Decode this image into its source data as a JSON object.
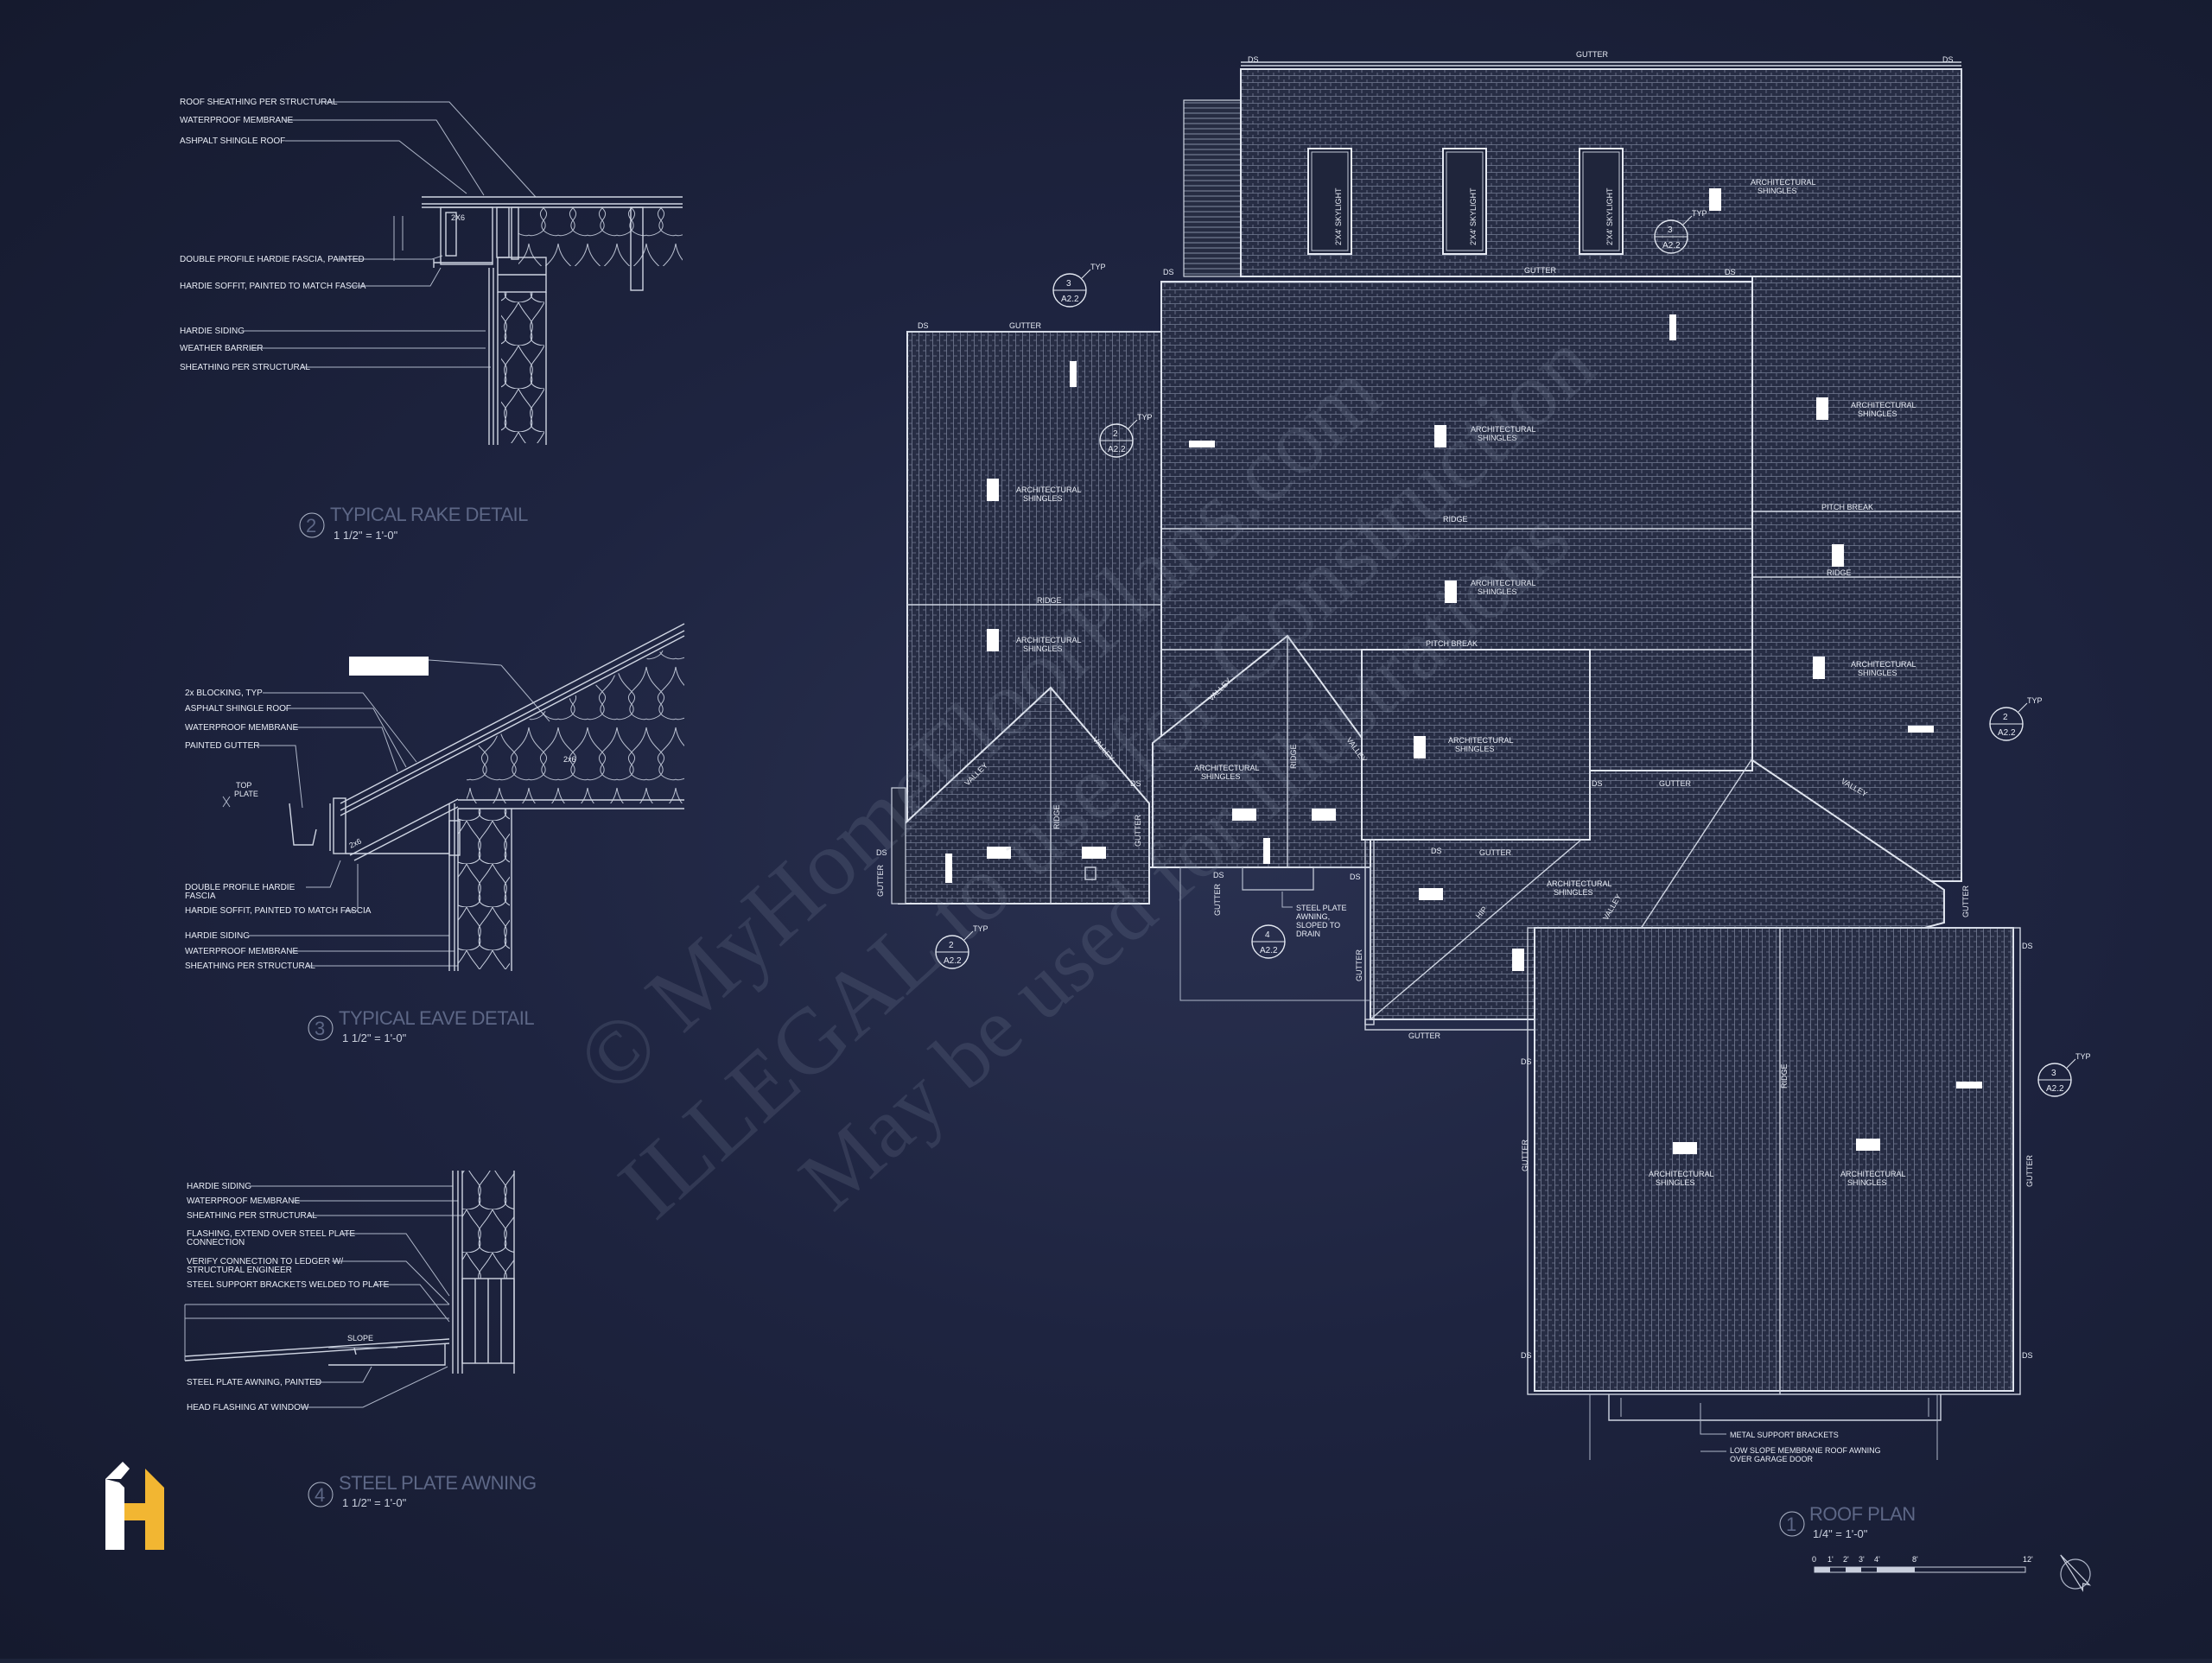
{
  "details": {
    "rake": {
      "callout": "2",
      "title": "TYPICAL RAKE DETAIL",
      "scale": "1 1/2\" = 1'-0\"",
      "labels": [
        "ROOF SHEATHING PER STRUCTURAL",
        "WATERPROOF MEMBRANE",
        "ASHPALT SHINGLE ROOF",
        "DOUBLE PROFILE HARDIE FASCIA, PAINTED",
        "HARDIE SOFFIT, PAINTED TO MATCH FASCIA",
        "HARDIE SIDING",
        "WEATHER BARRIER",
        "SHEATHING PER STRUCTURAL"
      ],
      "member": "2X6"
    },
    "eave": {
      "callout": "3",
      "title": "TYPICAL EAVE DETAIL",
      "scale": "1 1/2\" = 1'-0\"",
      "labels": [
        "2x BLOCKING, TYP",
        "ASPHALT SHINGLE ROOF",
        "WATERPROOF MEMBRANE",
        "PAINTED GUTTER",
        "DOUBLE PROFILE HARDIE",
        "FASCIA",
        "HARDIE SOFFIT, PAINTED TO MATCH FASCIA",
        "HARDIE SIDING",
        "WATERPROOF MEMBRANE",
        "SHEATHING PER STRUCTURAL"
      ],
      "top_plate": [
        "TOP",
        "PLATE"
      ],
      "member": "2x6",
      "member2": "2x6"
    },
    "awning": {
      "callout": "4",
      "title": "STEEL PLATE AWNING",
      "scale": "1 1/2\" = 1'-0\"",
      "labels": [
        "HARDIE SIDING",
        "WATERPROOF MEMBRANE",
        "SHEATHING PER STRUCTURAL",
        "FLASHING, EXTEND OVER STEEL PLATE",
        "CONNECTION",
        "VERIFY CONNECTION TO LEDGER W/",
        "STRUCTURAL ENGINEER",
        "STEEL SUPPORT BRACKETS WELDED TO PLATE",
        "STEEL PLATE AWNING, PAINTED",
        "HEAD FLASHING AT WINDOW"
      ],
      "slope": "SLOPE"
    }
  },
  "roof_plan": {
    "callout": "1",
    "title": "ROOF PLAN",
    "scale": "1/4\" = 1'-0\"",
    "scale_bar": [
      "0",
      "1'",
      "2'",
      "3'",
      "4'",
      "8'",
      "12'"
    ],
    "common": {
      "gutter": "GUTTER",
      "ds": "DS",
      "ridge": "RIDGE",
      "valley": "VALLEY",
      "hip": "HIP",
      "pitch_break": "PITCH BREAK",
      "skylight": "2'X4' SKYLIGHT",
      "shingle_1": "ARCHITECTURAL",
      "shingle_2": "SHINGLES",
      "typ": "TYP",
      "sheet": "A2.2"
    },
    "notes": {
      "steel_awning": [
        "STEEL PLATE",
        "AWNING,",
        "SLOPED TO",
        "DRAIN"
      ],
      "brackets": "METAL SUPPORT BRACKETS",
      "low_slope": [
        "LOW SLOPE MEMBRANE ROOF AWNING",
        "OVER GARAGE DOOR"
      ]
    }
  },
  "watermark": [
    "© MyHomeFloorPlans.com",
    "ILLEGAL to use for Construction",
    "May be used for Illustrations"
  ],
  "colors": {
    "background": "#1d2339",
    "linework": "#cfd5e2",
    "logo_gold": "#f2b632",
    "logo_white": "#ffffff"
  }
}
